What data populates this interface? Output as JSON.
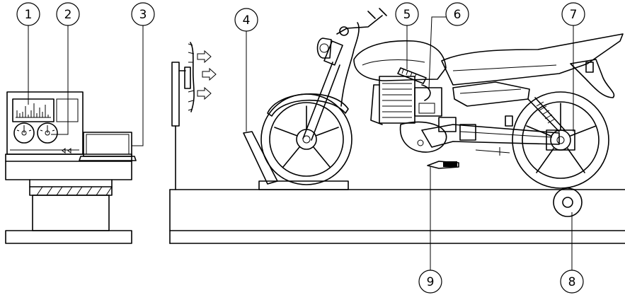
{
  "labels": {
    "l1": "1",
    "l2": "2",
    "l3": "3",
    "l4": "4",
    "l5": "5",
    "l6": "6",
    "l7": "7",
    "l8": "8",
    "l9": "9"
  },
  "colors": {
    "line": "#000000",
    "background": "#ffffff"
  }
}
